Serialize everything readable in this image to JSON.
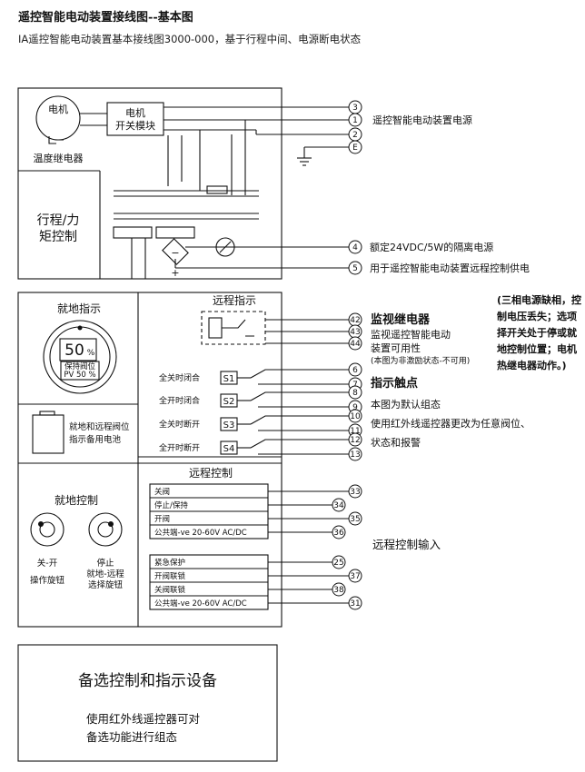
{
  "page_title": "遥控智能电动装置接线图--基本图",
  "page_subtitle": "IA遥控智能电动装置基本接线图3000-000，基于行程中间、电源断电状态",
  "top_section": {
    "motor_label": "电机",
    "thermal_relay_label": "温度继电器",
    "switch_module_line1": "电机",
    "switch_module_line2": "开关模块",
    "travel_torque_line1": "行程/力",
    "travel_torque_line2": "矩控制",
    "terminals": [
      "3",
      "1",
      "2",
      "E",
      "4",
      "5"
    ],
    "desc_main_power": "遥控智能电动装置电源",
    "desc_24v": "额定24VDC/5W的隔离电源",
    "desc_remote_power": "用于遥控智能电动装置远程控制供电",
    "minus_sign": "−",
    "plus_sign": "+"
  },
  "local_indication": {
    "title": "就地指示",
    "display_value": "50",
    "display_unit": "%",
    "hold_label": "保持阀位",
    "pv_label": "PV 50 %",
    "battery_line1": "就地和远程阀位",
    "battery_line2": "指示备用电池"
  },
  "remote_indication": {
    "title": "远程指示",
    "monitor_terminals": [
      "42",
      "43",
      "44"
    ],
    "switches": [
      {
        "label": "全关时闭合",
        "name": "S1",
        "terminals": [
          "6",
          "7"
        ]
      },
      {
        "label": "全开时闭合",
        "name": "S2",
        "terminals": [
          "8",
          "9"
        ]
      },
      {
        "label": "全关时断开",
        "name": "S3",
        "terminals": [
          "10",
          "11"
        ]
      },
      {
        "label": "全开时断开",
        "name": "S4",
        "terminals": [
          "12",
          "13"
        ]
      }
    ]
  },
  "monitor_relay": {
    "heading": "监视继电器",
    "line1": "监视遥控智能电动",
    "line2": "装置可用性",
    "line3": "(本图为非激励状态-不可用)"
  },
  "indication_contacts": {
    "heading": "指示触点",
    "line1": "本图为默认组态",
    "line2": "使用红外线遥控器更改为任意阀位、",
    "line3": "状态和报警"
  },
  "side_note": "(三相电源缺相，控制电压丢失；选项择开关处于停或就地控制位置；电机热继电器动作。)",
  "local_control": {
    "title": "就地控制",
    "knob1_line1": "关-开",
    "knob1_line2": "操作旋钮",
    "knob2_line1": "停止",
    "knob2_line2": "就地-远程",
    "knob2_line3": "选择旋钮"
  },
  "remote_control": {
    "title": "远程控制",
    "group1": [
      {
        "label": "关阀",
        "terminal": "33"
      },
      {
        "label": "停止/保持",
        "terminal": "34"
      },
      {
        "label": "开阀",
        "terminal": "35"
      },
      {
        "label": "公共端-ve 20-60V AC/DC",
        "terminal": "36"
      }
    ],
    "group2": [
      {
        "label": "紧急保护",
        "terminal": "25"
      },
      {
        "label": "开阀联锁",
        "terminal": "37"
      },
      {
        "label": "关阀联锁",
        "terminal": "38"
      },
      {
        "label": "公共端-ve 20-60V AC/DC",
        "terminal": "31"
      }
    ],
    "input_label": "远程控制输入"
  },
  "optional_equipment": {
    "title": "备选控制和指示设备",
    "line1": "使用红外线遥控器可对",
    "line2": "备选功能进行组态"
  }
}
